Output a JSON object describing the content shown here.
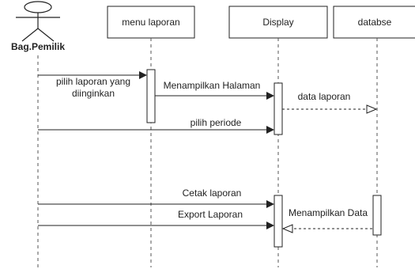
{
  "actor": {
    "label": "Bag.Pemilik",
    "icon": "stick-figure-actor-icon"
  },
  "participants": [
    {
      "key": "menu",
      "label": "menu laporan"
    },
    {
      "key": "display",
      "label": "Display"
    },
    {
      "key": "db",
      "label": "databse"
    }
  ],
  "messages": [
    {
      "key": "pilih-laporan",
      "line1": "pilih laporan yang",
      "line2": "diinginkan",
      "kind": "sync"
    },
    {
      "key": "menampilkan-halaman",
      "label": "Menampilkan Halaman",
      "kind": "sync"
    },
    {
      "key": "data-laporan",
      "label": "data laporan",
      "kind": "return"
    },
    {
      "key": "pilih-periode",
      "label": "pilih periode",
      "kind": "sync"
    },
    {
      "key": "cetak-laporan",
      "label": "Cetak laporan",
      "kind": "sync"
    },
    {
      "key": "export-laporan",
      "label": "Export Laporan",
      "kind": "sync"
    },
    {
      "key": "menampilkan-data",
      "label": "Menampilkan Data",
      "kind": "return"
    }
  ]
}
